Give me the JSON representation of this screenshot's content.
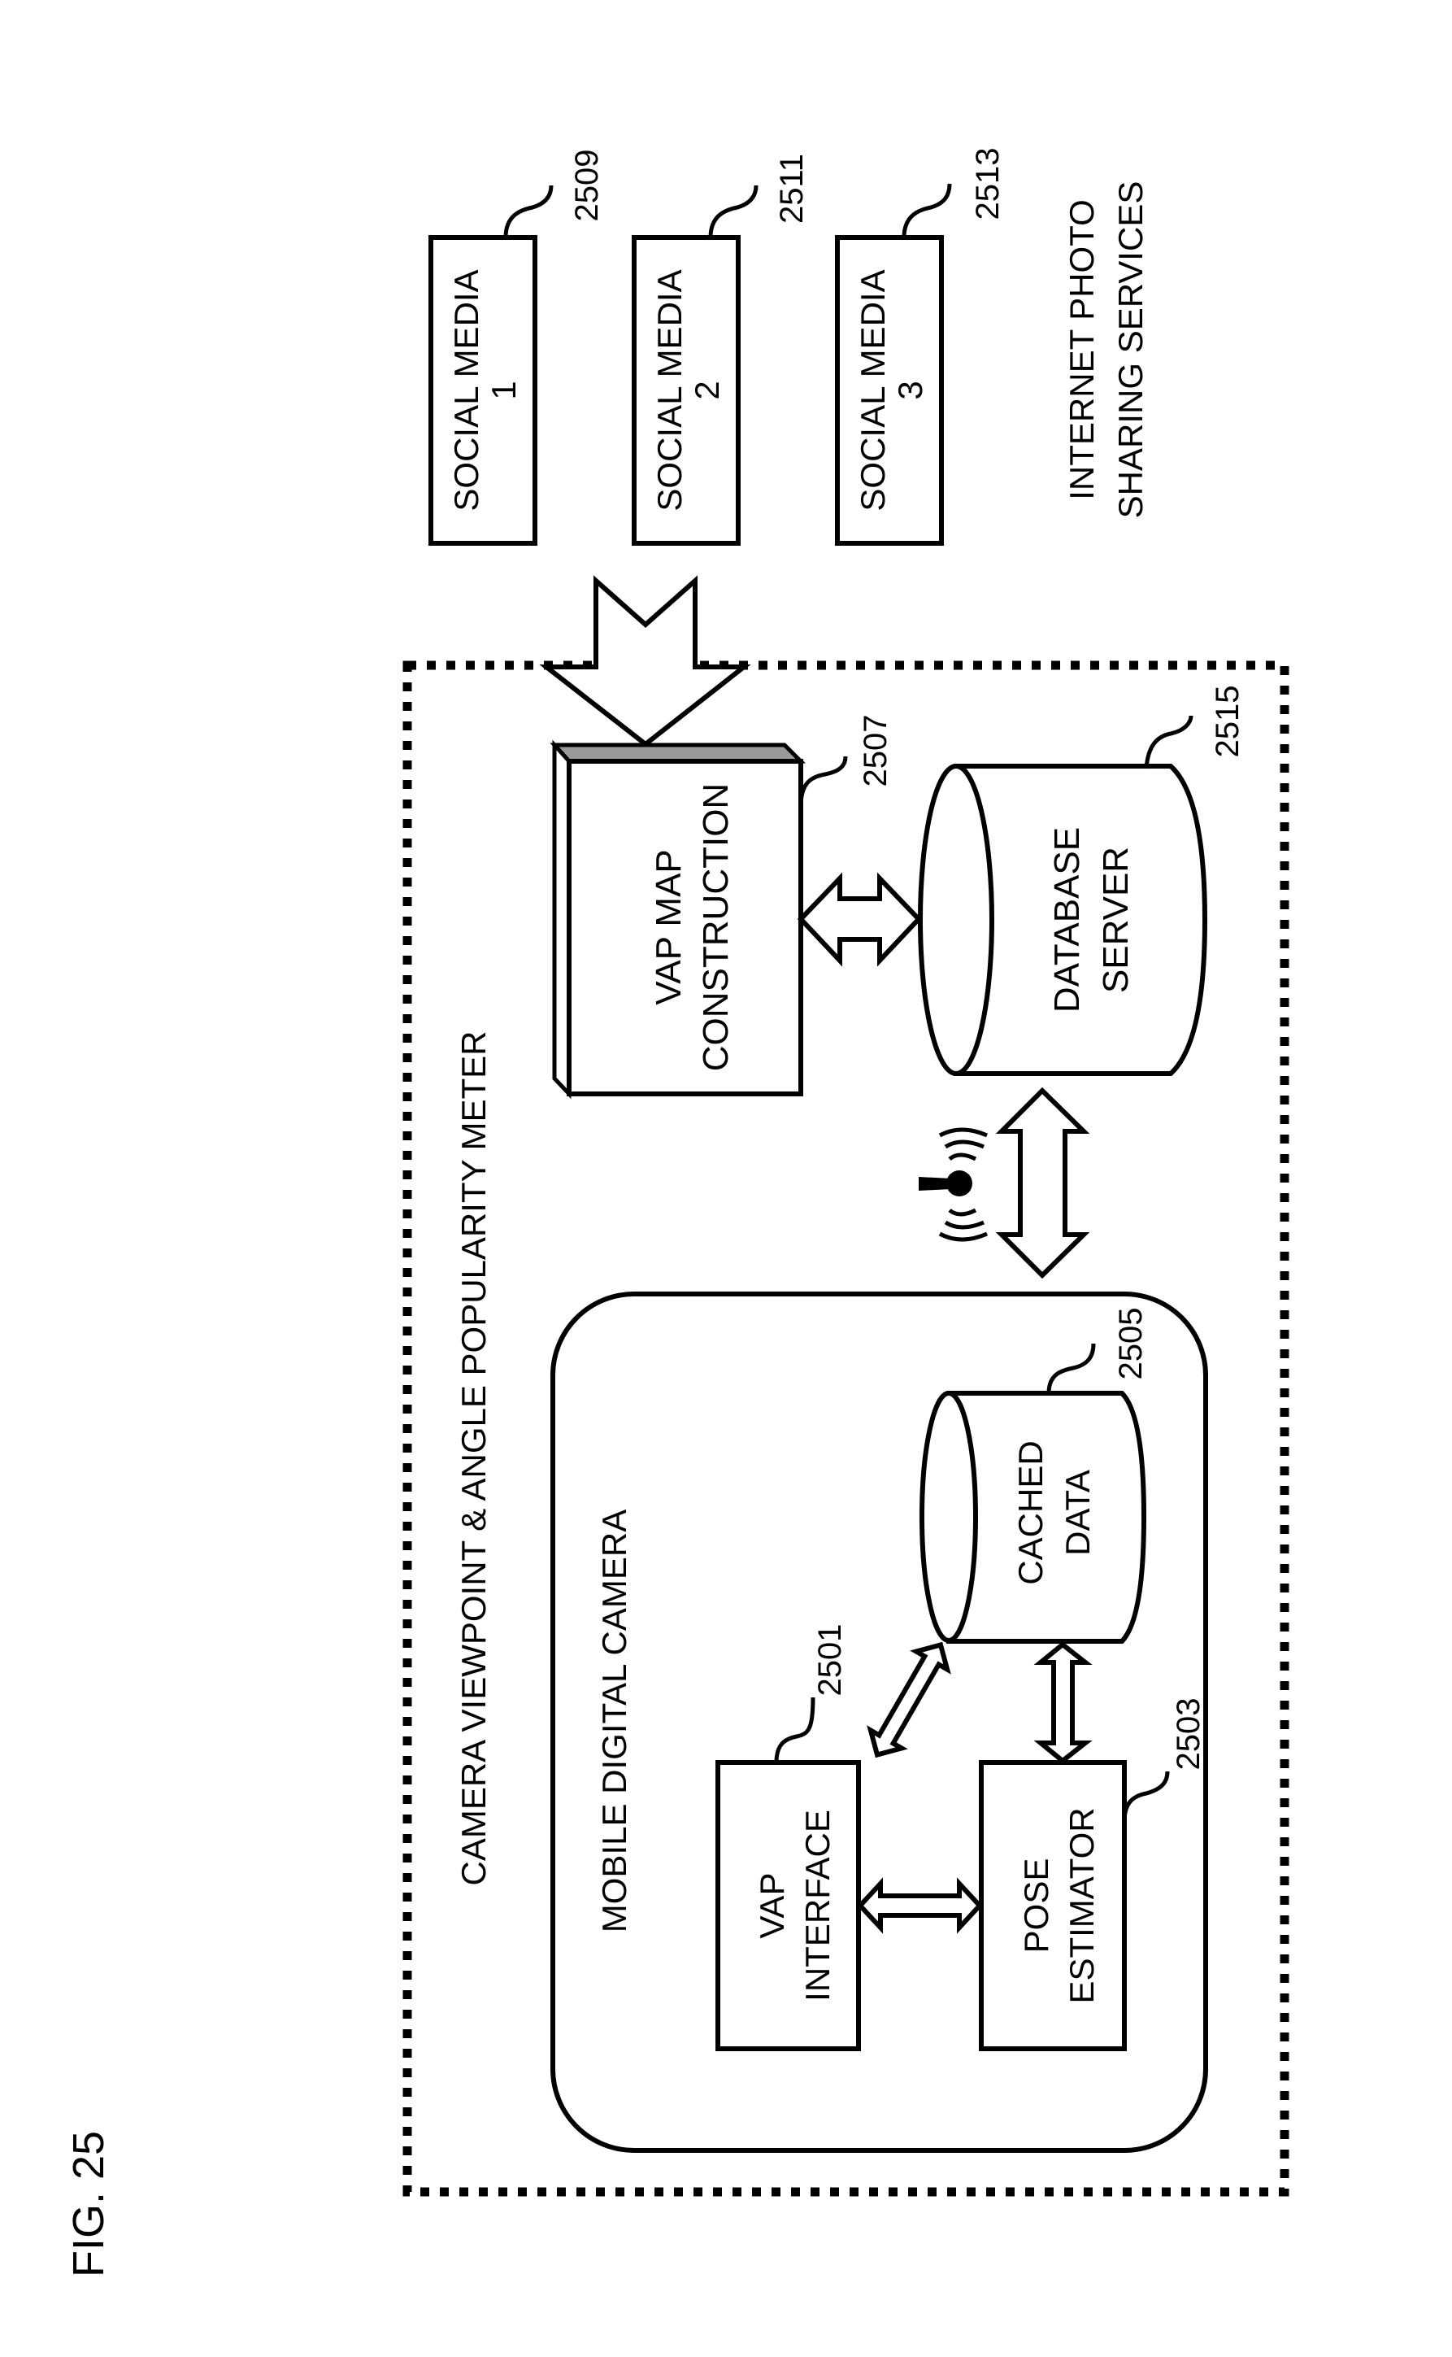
{
  "figure": {
    "label": "FIG. 25"
  },
  "colors": {
    "ink": "#000000",
    "paper": "#ffffff",
    "bevel_shade": "#9a9a9a"
  },
  "internet_services": {
    "title_line1": "INTERNET PHOTO",
    "title_line2": "SHARING SERVICES",
    "boxes": [
      {
        "line1": "SOCIAL MEDIA",
        "line2": "1",
        "ref": "2509"
      },
      {
        "line1": "SOCIAL MEDIA",
        "line2": "2",
        "ref": "2511"
      },
      {
        "line1": "SOCIAL MEDIA",
        "line2": "3",
        "ref": "2513"
      }
    ]
  },
  "meter": {
    "title": "CAMERA VIEWPOINT & ANGLE POPULARITY METER",
    "vap_map": {
      "line1": "VAP MAP",
      "line2": "CONSTRUCTION",
      "ref": "2507"
    },
    "database": {
      "line1": "DATABASE",
      "line2": "SERVER",
      "ref": "2515"
    },
    "wireless_icon": "antenna-wireless-icon"
  },
  "camera": {
    "title": "MOBILE DIGITAL CAMERA",
    "vap_interface": {
      "line1": "VAP",
      "line2": "INTERFACE",
      "ref": "2501"
    },
    "pose_estimator": {
      "line1": "POSE",
      "line2": "ESTIMATOR",
      "ref": "2503"
    },
    "cached_data": {
      "line1": "CACHED",
      "line2": "DATA",
      "ref": "2505"
    }
  }
}
